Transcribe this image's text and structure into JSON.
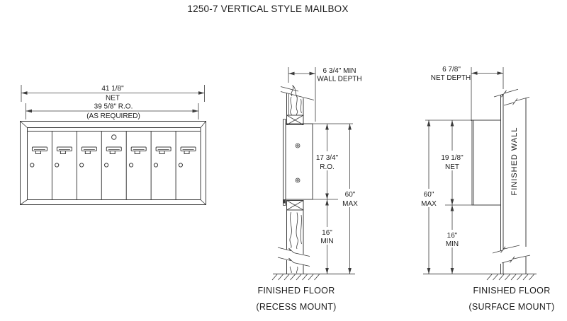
{
  "title": "1250-7 VERTICAL STYLE MAILBOX",
  "colors": {
    "line": "#3c3c3c",
    "text": "#1c1c1c",
    "background": "#ffffff"
  },
  "front_view": {
    "compartment_count": 7,
    "dim_overall_width": {
      "value": "41 1/8\"",
      "qualifier": "NET"
    },
    "dim_rough_opening_width": {
      "value": "39 5/8\" R.O.",
      "qualifier": "(AS REQUIRED)"
    }
  },
  "recess_mount_view": {
    "dim_wall_depth": {
      "value": "6 3/4\" MIN",
      "qualifier": "WALL DEPTH"
    },
    "dim_rough_opening_height": {
      "value": "17 3/4\"",
      "qualifier": "R.O."
    },
    "dim_top_height": {
      "value": "60\"",
      "qualifier": "MAX"
    },
    "dim_bottom_clearance": {
      "value": "16\"",
      "qualifier": "MIN"
    },
    "floor_label": "FINISHED FLOOR",
    "mount_label": "(RECESS MOUNT)"
  },
  "surface_mount_view": {
    "dim_net_depth": {
      "value": "6 7/8\"",
      "qualifier": "NET DEPTH"
    },
    "dim_net_height": {
      "value": "19 1/8\"",
      "qualifier": "NET"
    },
    "dim_top_height": {
      "value": "60\"",
      "qualifier": "MAX"
    },
    "dim_bottom_clearance": {
      "value": "16\"",
      "qualifier": "MIN"
    },
    "wall_label": "FINISHED WALL",
    "floor_label": "FINISHED FLOOR",
    "mount_label": "(SURFACE MOUNT)"
  }
}
